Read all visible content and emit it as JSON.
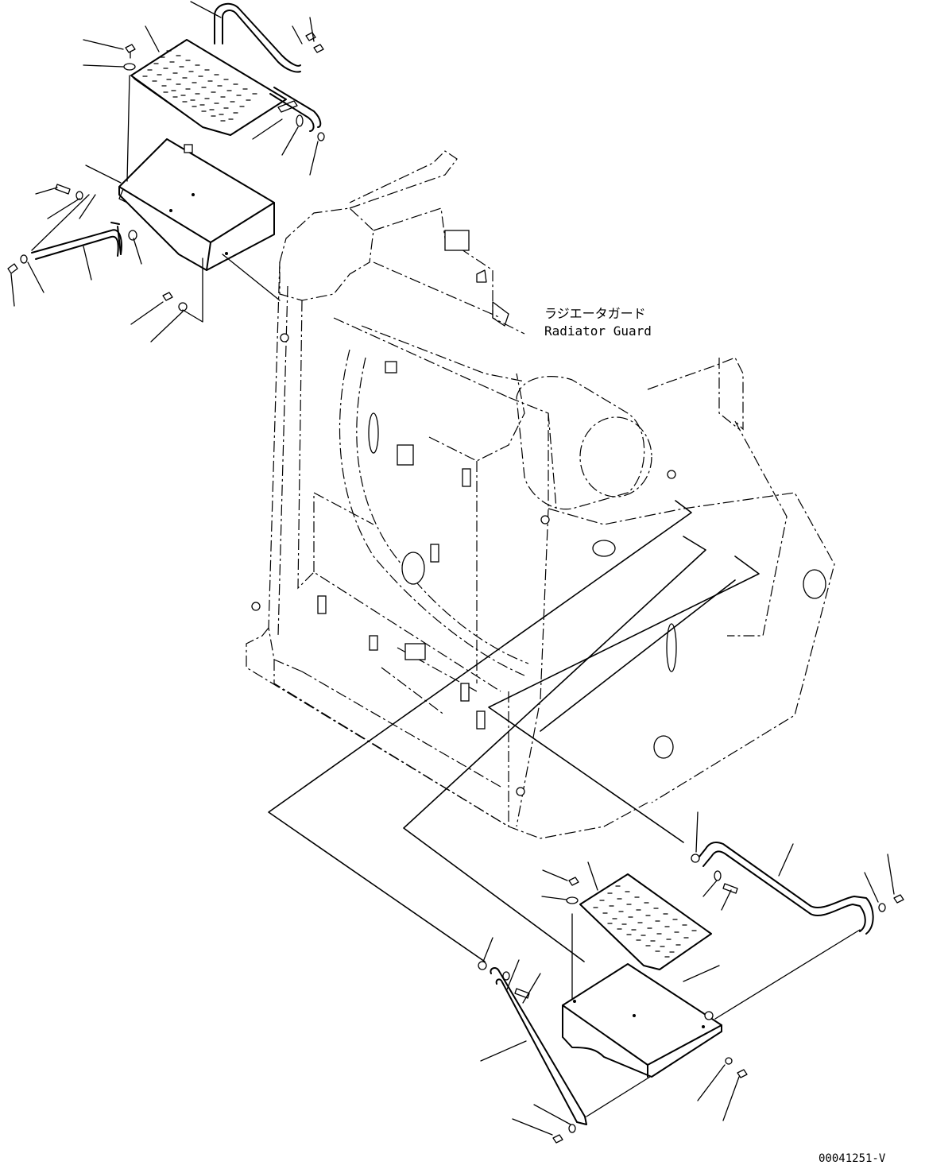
{
  "callout": {
    "label_jp": "ラジエータガード",
    "label_en": "Radiator Guard"
  },
  "figure_number": "00041251-V"
}
